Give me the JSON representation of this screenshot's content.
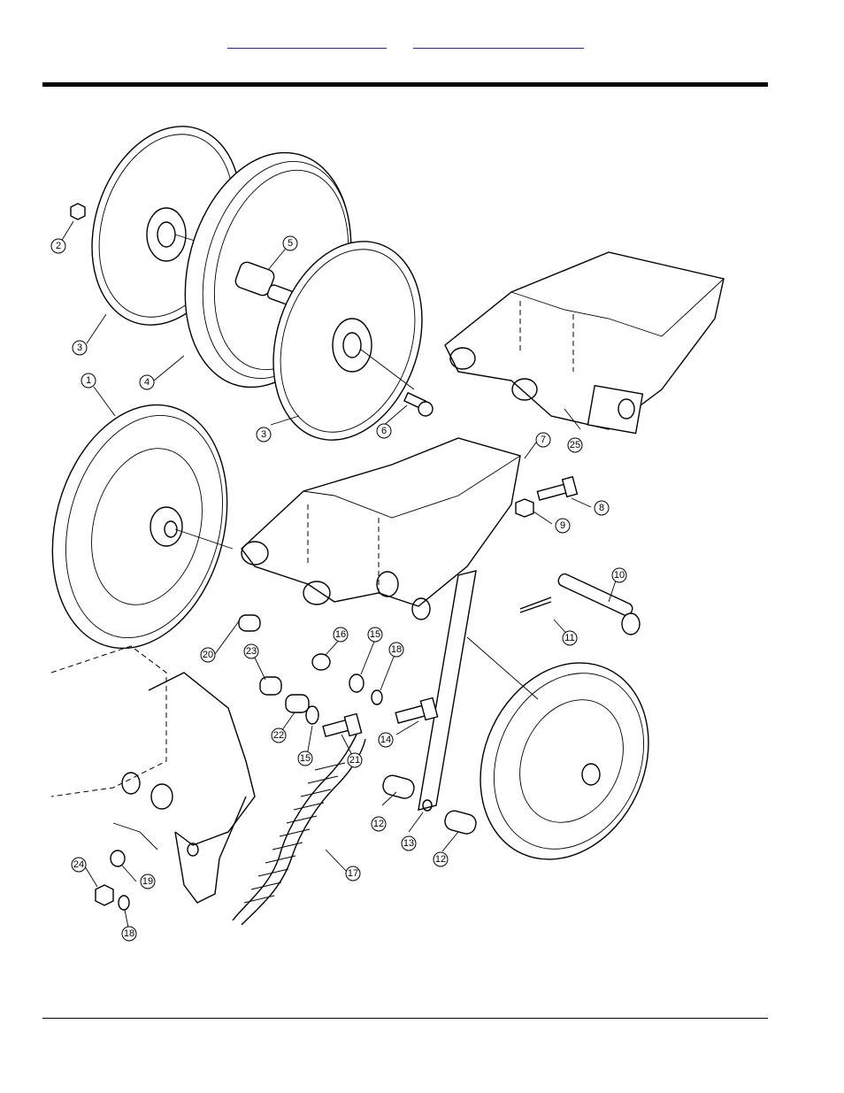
{
  "header": {
    "link_left": "",
    "link_right": ""
  },
  "diagram": {
    "callouts": [
      {
        "id": "c1",
        "label": "1"
      },
      {
        "id": "c2",
        "label": "2"
      },
      {
        "id": "c3a",
        "label": "3"
      },
      {
        "id": "c3b",
        "label": "3"
      },
      {
        "id": "c4",
        "label": "4"
      },
      {
        "id": "c5",
        "label": "5"
      },
      {
        "id": "c6",
        "label": "6"
      },
      {
        "id": "c7",
        "label": "7"
      },
      {
        "id": "c8",
        "label": "8"
      },
      {
        "id": "c9",
        "label": "9"
      },
      {
        "id": "c10",
        "label": "10"
      },
      {
        "id": "c11",
        "label": "11"
      },
      {
        "id": "c12a",
        "label": "12"
      },
      {
        "id": "c12b",
        "label": "12"
      },
      {
        "id": "c13",
        "label": "13"
      },
      {
        "id": "c14",
        "label": "14"
      },
      {
        "id": "c15a",
        "label": "15"
      },
      {
        "id": "c15b",
        "label": "15"
      },
      {
        "id": "c16",
        "label": "16"
      },
      {
        "id": "c17",
        "label": "17"
      },
      {
        "id": "c18a",
        "label": "18"
      },
      {
        "id": "c18b",
        "label": "18"
      },
      {
        "id": "c19",
        "label": "19"
      },
      {
        "id": "c20",
        "label": "20"
      },
      {
        "id": "c21",
        "label": "21"
      },
      {
        "id": "c22",
        "label": "22"
      },
      {
        "id": "c23",
        "label": "23"
      },
      {
        "id": "c24",
        "label": "24"
      },
      {
        "id": "c25",
        "label": "25"
      }
    ]
  },
  "footer": {
    "text": ""
  }
}
